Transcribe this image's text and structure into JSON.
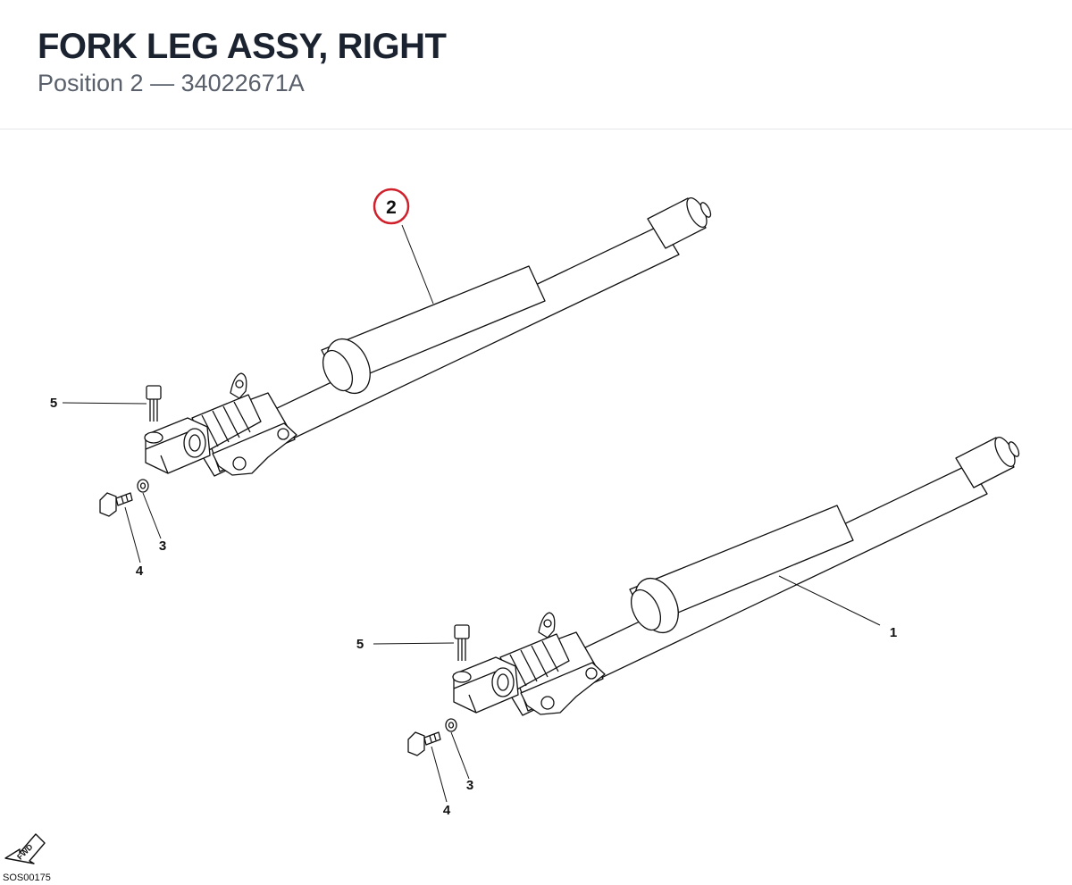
{
  "header": {
    "title": "FORK LEG ASSY, RIGHT",
    "subtitle": "Position 2 — 34022671A"
  },
  "diagram": {
    "highlight": {
      "label": "2",
      "color": "#d0202b"
    },
    "callouts": {
      "upper_5": "5",
      "upper_4": "4",
      "upper_3": "3",
      "lower_1": "1",
      "lower_5": "5",
      "lower_4": "4",
      "lower_3": "3"
    },
    "fwd_label": "FWD",
    "figure_code": "SOS00175"
  }
}
